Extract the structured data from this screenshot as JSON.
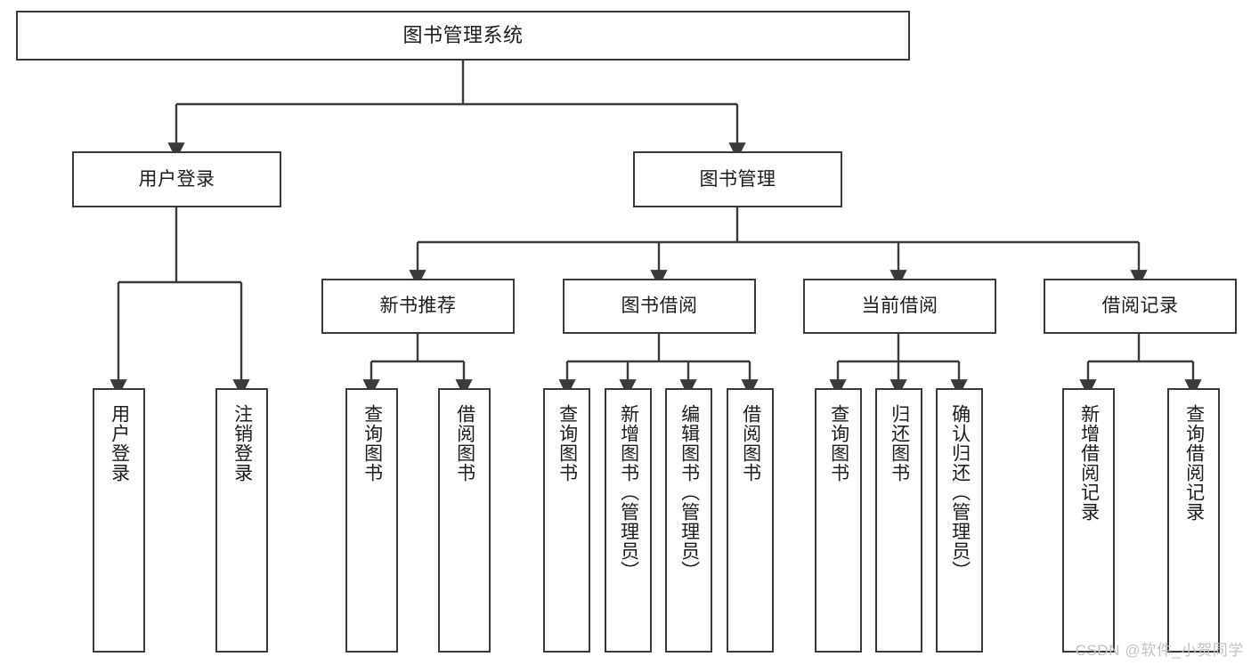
{
  "diagram": {
    "title": "图书管理系统",
    "type": "tree-hierarchy",
    "stroke_color": "#3a3a3a",
    "fill_color": "#ffffff",
    "text_color": "#1c1c1c"
  },
  "root": {
    "label": "图书管理系统"
  },
  "level2": [
    {
      "label": "用户登录"
    },
    {
      "label": "图书管理"
    }
  ],
  "level3": [
    {
      "label": "新书推荐"
    },
    {
      "label": "图书借阅"
    },
    {
      "label": "当前借阅"
    },
    {
      "label": "借阅记录"
    }
  ],
  "leaves": {
    "user_login": [
      {
        "label": "用户登录"
      },
      {
        "label": "注销登录"
      }
    ],
    "new_book": [
      {
        "label": "查询图书"
      },
      {
        "label": "借阅图书"
      }
    ],
    "book_borrow": [
      {
        "label": "查询图书"
      },
      {
        "label": "新增图书（管理员）"
      },
      {
        "label": "编辑图书（管理员）"
      },
      {
        "label": "借阅图书"
      }
    ],
    "current_borrow": [
      {
        "label": "查询图书"
      },
      {
        "label": "归还图书"
      },
      {
        "label": "确认归还（管理员）"
      }
    ],
    "borrow_record": [
      {
        "label": "新增借阅记录"
      },
      {
        "label": "查询借阅记录"
      }
    ]
  },
  "watermark": {
    "text": "CSDN @软件_小贺同学",
    "color": "#c2c2c2"
  }
}
